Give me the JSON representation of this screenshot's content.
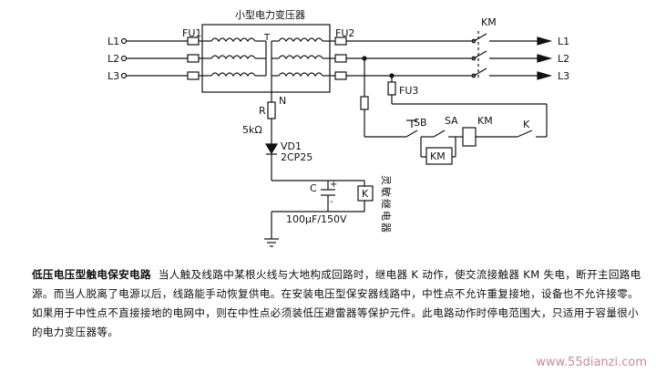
{
  "diagram": {
    "transformer_label": "小型电力变压器",
    "neutral_label": "N",
    "tap_label": "T",
    "fuse_left": "FU1",
    "fuse_right": "FU2",
    "fuse_control": "FU3",
    "contactor_main": "KM",
    "lines_in": [
      "L1",
      "L2",
      "L3"
    ],
    "lines_out": [
      "L1",
      "L2",
      "L3"
    ],
    "resistor_label": "R",
    "resistor_value": "5kΩ",
    "diode_label": "VD1",
    "diode_part": "2CP25",
    "capacitor_label": "C",
    "capacitor_value": "100μF/150V",
    "relay_label": "K",
    "relay_vertical_text": "灵敏继电器",
    "button_label": "SB",
    "switch_label": "SA",
    "km_aux_label": "KM",
    "km_coil_label": "KM",
    "relay_contact_label": "K",
    "plus_sign": "+",
    "minus_sign": "-"
  },
  "caption": {
    "title": "低压电压型触电保安电路",
    "body": "当人触及线路中某根火线与大地构成回路时，继电器 K 动作，使交流接触器 KM 失电，断开主回路电源。而当人脱离了电源以后，线路能手动恢复供电。在安装电压型保安器线路中，中性点不允许重复接地，设备也不允许接零。如果用于中性点不直接接地的电网中，则在中性点必须装低压避雷器等保护元件。此电路动作时停电范围大，只适用于容量很小的电力变压器等。"
  },
  "watermark": "www.55dianzi.com"
}
